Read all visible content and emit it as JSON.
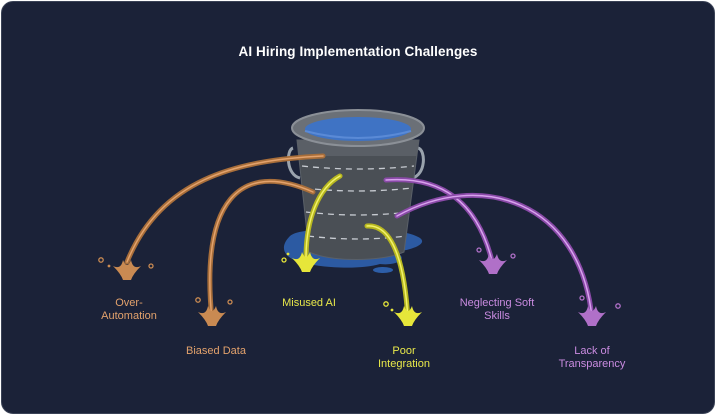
{
  "title": "AI Hiring Implementation Challenges",
  "leaks": [
    {
      "label": "Over-\nAutomation",
      "color": "#c98a52"
    },
    {
      "label": "Biased Data",
      "color": "#c98a52"
    },
    {
      "label": "Misused AI",
      "color": "#e6e63a"
    },
    {
      "label": "Poor\nIntegration",
      "color": "#e6e63a"
    },
    {
      "label": "Neglecting Soft\nSkills",
      "color": "#b070c8"
    },
    {
      "label": "Lack of\nTransparency",
      "color": "#b070c8"
    }
  ]
}
